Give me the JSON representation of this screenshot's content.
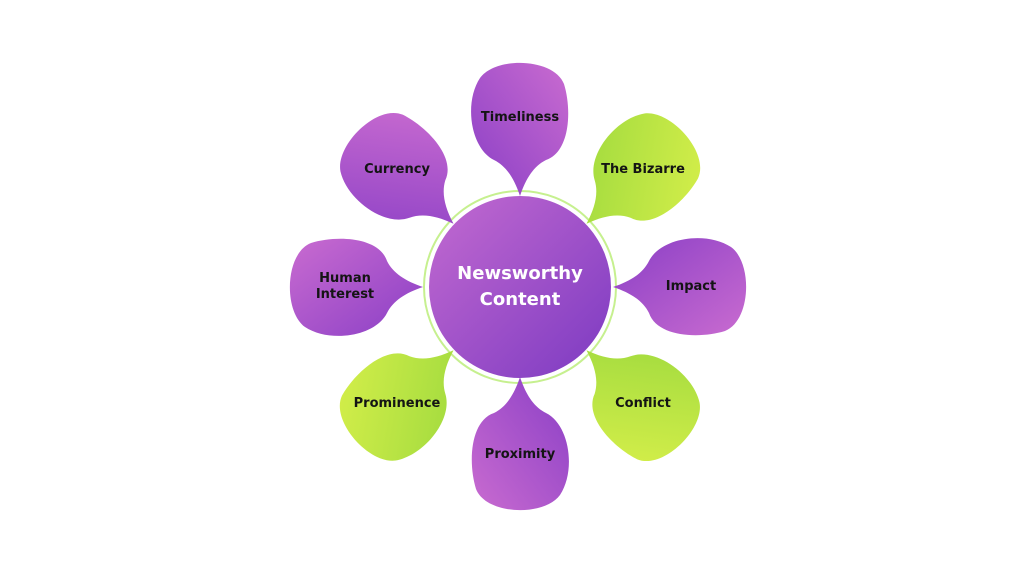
{
  "center": {
    "title": "Newsworthy\nContent",
    "gradient": [
      "#c36ad0",
      "#7c3ac2"
    ]
  },
  "petals": [
    {
      "label": "Timeliness",
      "kind": "purple"
    },
    {
      "label": "The Bizarre",
      "kind": "green"
    },
    {
      "label": "Impact",
      "kind": "purple"
    },
    {
      "label": "Conflict",
      "kind": "green"
    },
    {
      "label": "Proximity",
      "kind": "purple"
    },
    {
      "label": "Prominence",
      "kind": "green"
    },
    {
      "label": "Human\nInterest",
      "kind": "purple"
    },
    {
      "label": "Currency",
      "kind": "purple"
    }
  ],
  "colors": {
    "purple": [
      "#c96bd0",
      "#8a3fc6"
    ],
    "green": [
      "#d6ef4a",
      "#9ad83d"
    ],
    "connector": "#c6f08f",
    "label_text": "#141414"
  }
}
